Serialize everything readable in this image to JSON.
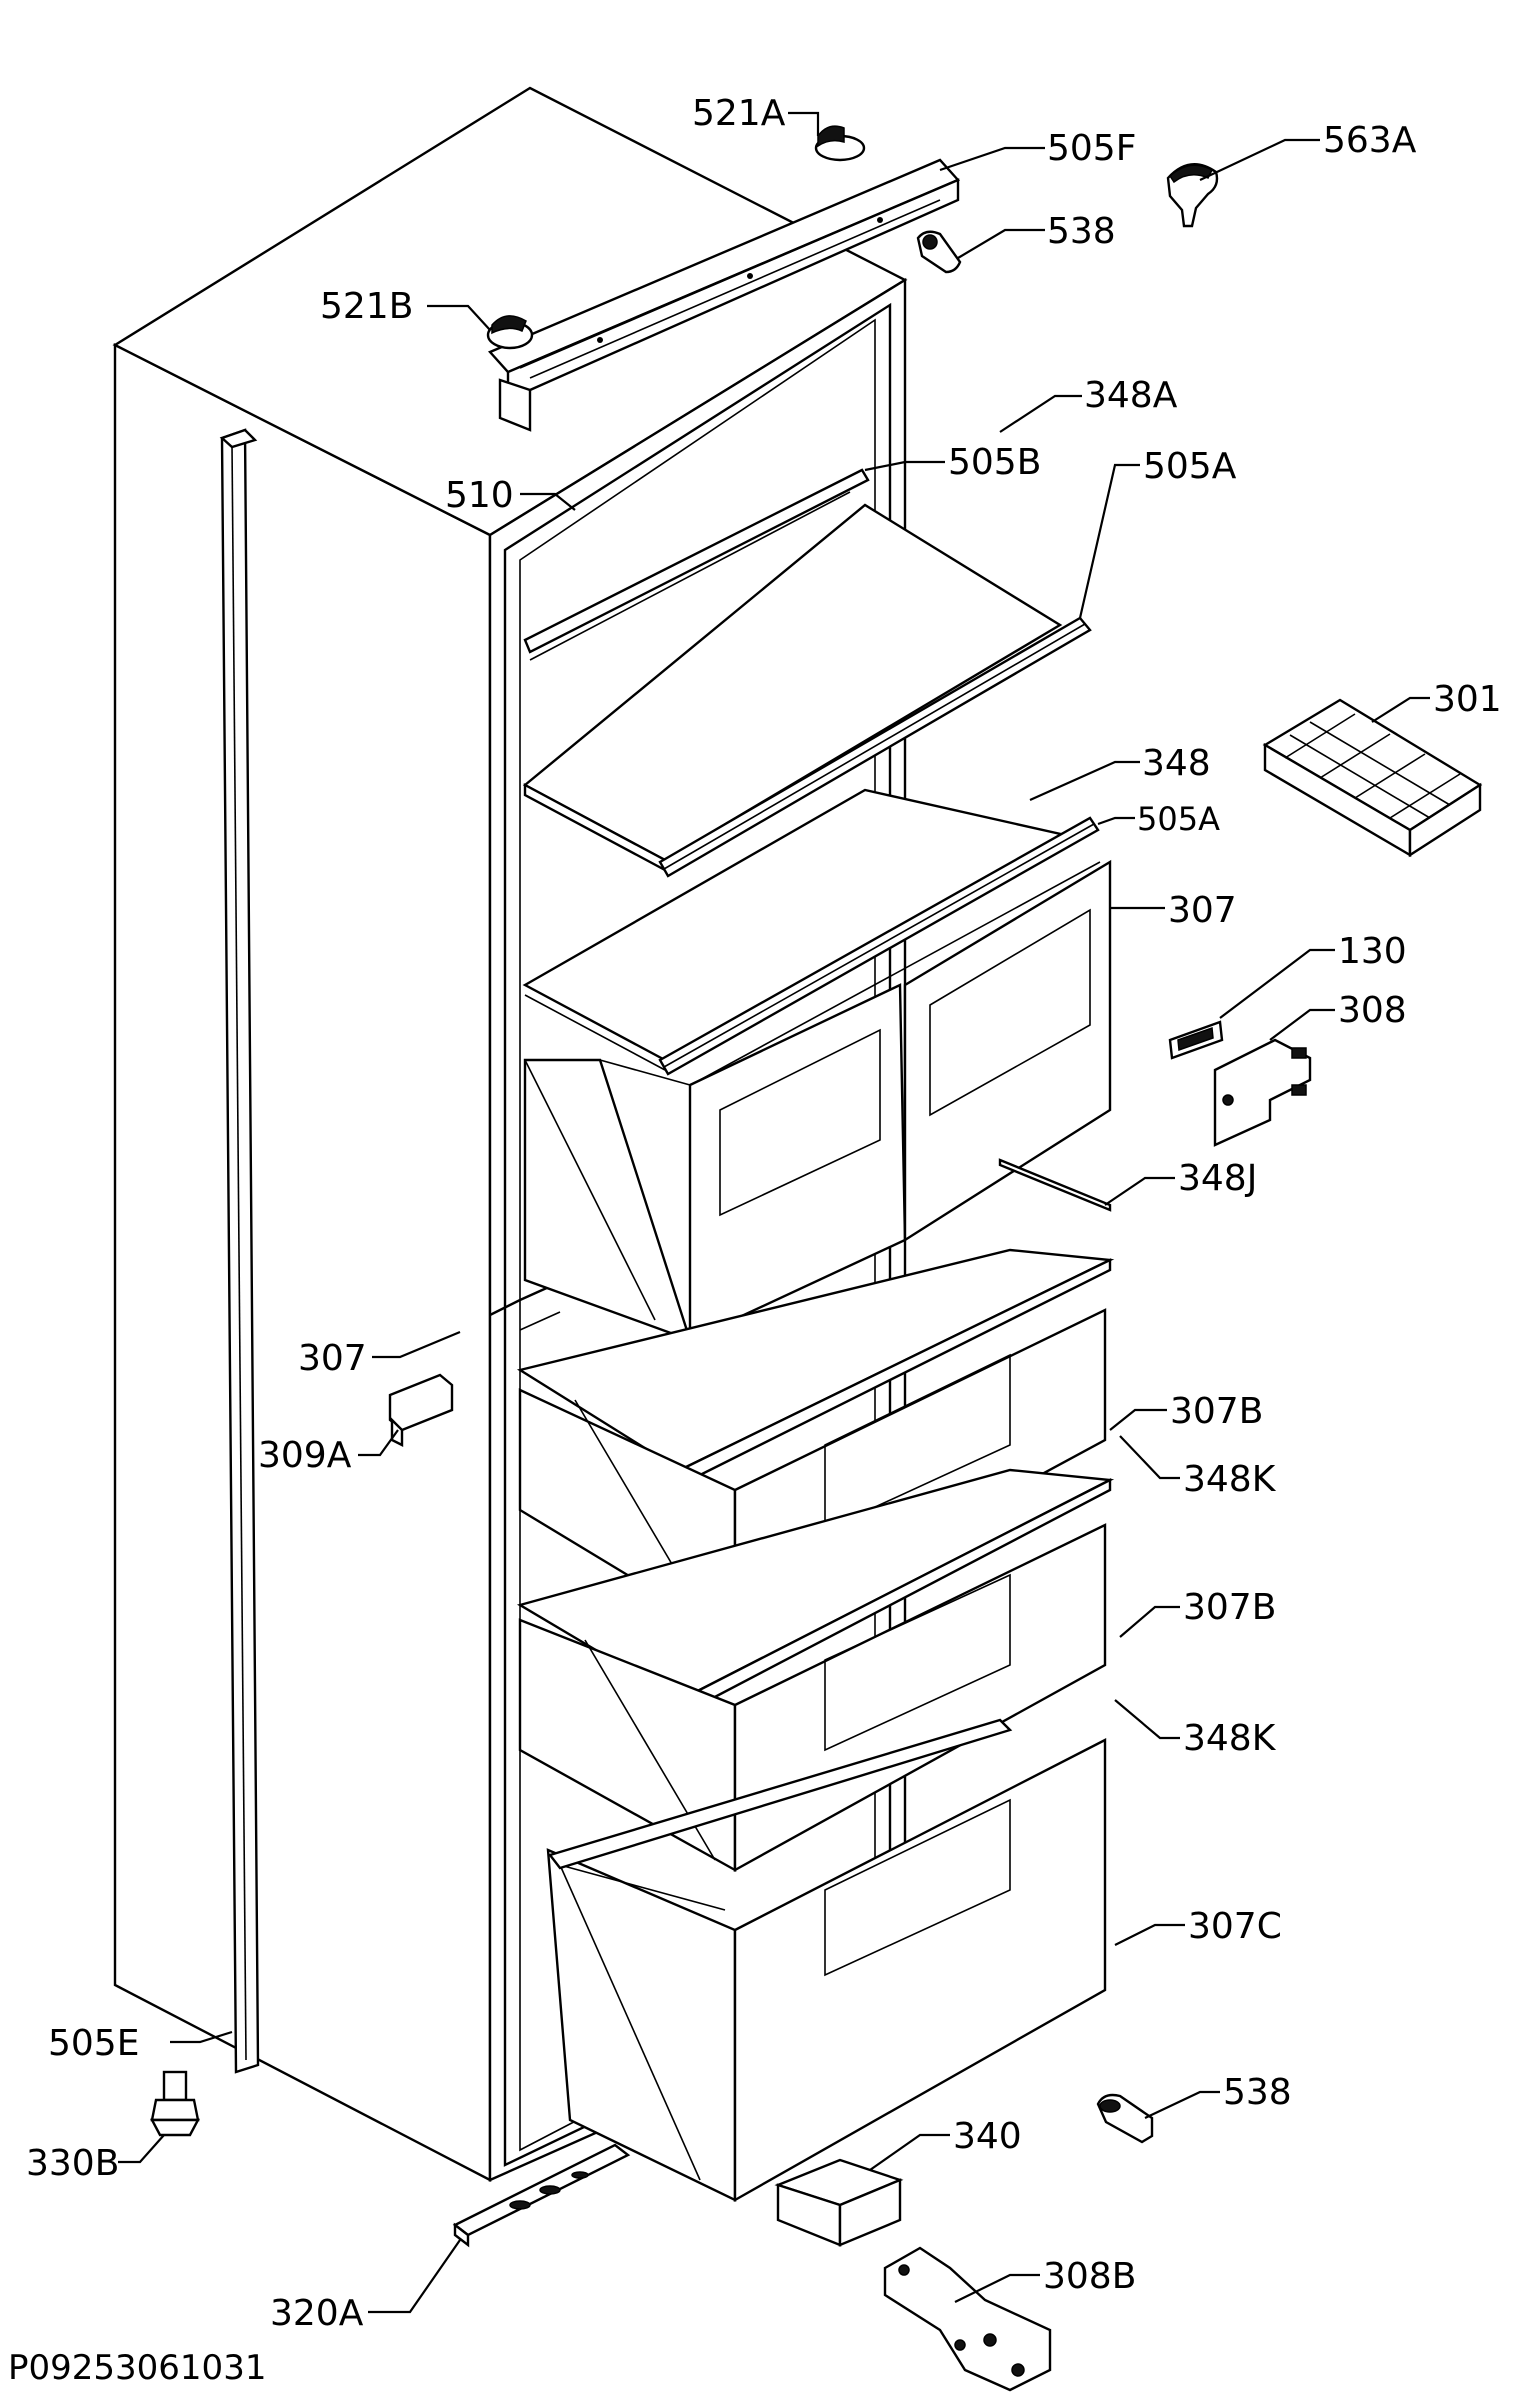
{
  "document_code": "P09253061031",
  "parts": [
    {
      "id": "p521a",
      "label": "521A"
    },
    {
      "id": "p505f",
      "label": "505F"
    },
    {
      "id": "p563a",
      "label": "563A"
    },
    {
      "id": "p538_top",
      "label": "538"
    },
    {
      "id": "p521b",
      "label": "521B"
    },
    {
      "id": "p505b",
      "label": "505B"
    },
    {
      "id": "p510",
      "label": "510"
    },
    {
      "id": "p348a",
      "label": "348A"
    },
    {
      "id": "p505a_1",
      "label": "505A"
    },
    {
      "id": "p301",
      "label": "301"
    },
    {
      "id": "p348",
      "label": "348"
    },
    {
      "id": "p505a_2",
      "label": "505A"
    },
    {
      "id": "p307_right",
      "label": "307"
    },
    {
      "id": "p130",
      "label": "130"
    },
    {
      "id": "p308",
      "label": "308"
    },
    {
      "id": "p348j",
      "label": "348J"
    },
    {
      "id": "p307_left",
      "label": "307"
    },
    {
      "id": "p307b_1",
      "label": "307B"
    },
    {
      "id": "p309a",
      "label": "309A"
    },
    {
      "id": "p348k_1",
      "label": "348K"
    },
    {
      "id": "p307b_2",
      "label": "307B"
    },
    {
      "id": "p348k_2",
      "label": "348K"
    },
    {
      "id": "p307c",
      "label": "307C"
    },
    {
      "id": "p505e",
      "label": "505E"
    },
    {
      "id": "p538_bottom",
      "label": "538"
    },
    {
      "id": "p330b",
      "label": "330B"
    },
    {
      "id": "p340",
      "label": "340"
    },
    {
      "id": "p308b",
      "label": "308B"
    },
    {
      "id": "p320a",
      "label": "320A"
    }
  ]
}
